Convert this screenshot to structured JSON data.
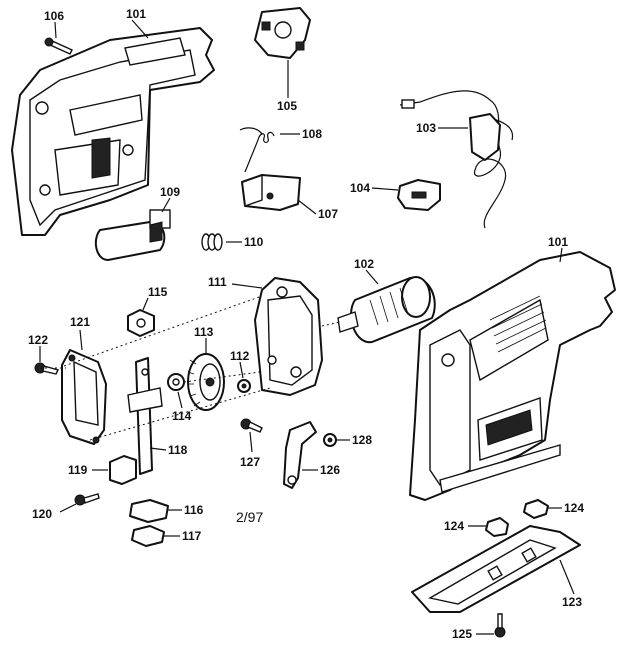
{
  "labels": {
    "p101a": "101",
    "p101b": "101",
    "p102": "102",
    "p103": "103",
    "p104": "104",
    "p105": "105",
    "p106": "106",
    "p107": "107",
    "p108": "108",
    "p109": "109",
    "p110": "110",
    "p111": "111",
    "p112": "112",
    "p113": "113",
    "p114": "114",
    "p115": "115",
    "p116": "116",
    "p117": "117",
    "p118": "118",
    "p119": "119",
    "p120": "120",
    "p121": "121",
    "p122": "122",
    "p123": "123",
    "p124a": "124",
    "p124b": "124",
    "p125": "125",
    "p126": "126",
    "p127": "127",
    "p128": "128"
  },
  "date_code": "2/97"
}
